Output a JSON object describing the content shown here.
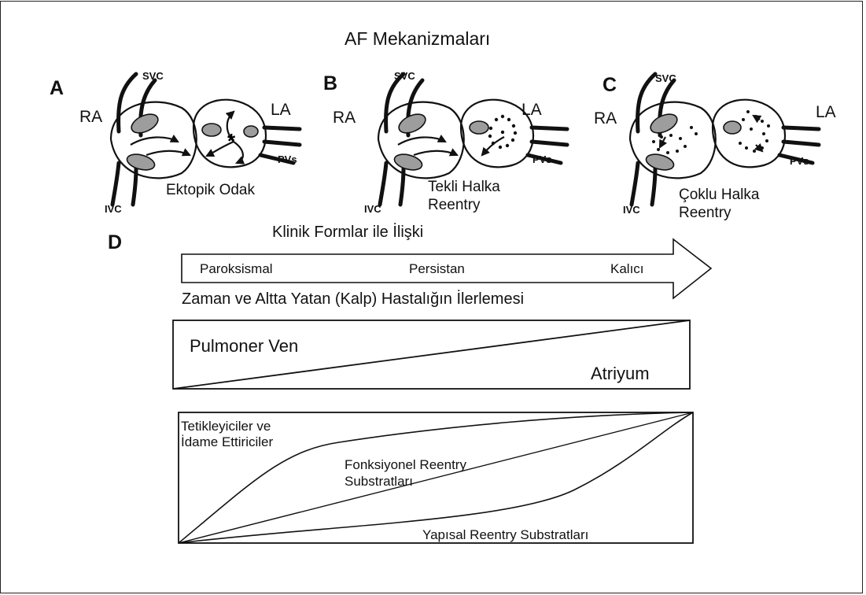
{
  "title": "AF Mekanizmaları",
  "panels": [
    {
      "letter": "A",
      "labels": {
        "svc": "SVC",
        "ra": "RA",
        "la": "LA",
        "pvs": "PVs",
        "ivc": "IVC"
      },
      "mechanism_lines": [
        "Ektopik Odak"
      ]
    },
    {
      "letter": "B",
      "labels": {
        "svc": "SVC",
        "ra": "RA",
        "la": "LA",
        "pvs": "PVs",
        "ivc": "IVC"
      },
      "mechanism_lines": [
        "Tekli Halka",
        "Reentry"
      ]
    },
    {
      "letter": "C",
      "labels": {
        "svc": "SVC",
        "ra": "RA",
        "la": "LA",
        "pvs": "PVs",
        "ivc": "IVC"
      },
      "mechanism_lines": [
        "Çoklu Halka",
        "Reentry"
      ]
    }
  ],
  "panel_d": {
    "letter": "D",
    "heading": "Klinik Formlar ile İlişki",
    "arrow_labels": [
      "Paroksismal",
      "Persistan",
      "Kalıcı"
    ],
    "progression": "Zaman ve Altta Yatan (Kalp) Hastalığın İlerlemesi",
    "box1": {
      "top_label": "Pulmoner Ven",
      "bottom_label": "Atriyum"
    },
    "box2": {
      "trigger_lines": [
        "Tetikleyiciler ve",
        "İdame Ettiriciler"
      ],
      "functional_lines": [
        "Fonksiyonel Reentry",
        "Substratları"
      ],
      "structural": "Yapısal Reentry Substratları"
    }
  }
}
